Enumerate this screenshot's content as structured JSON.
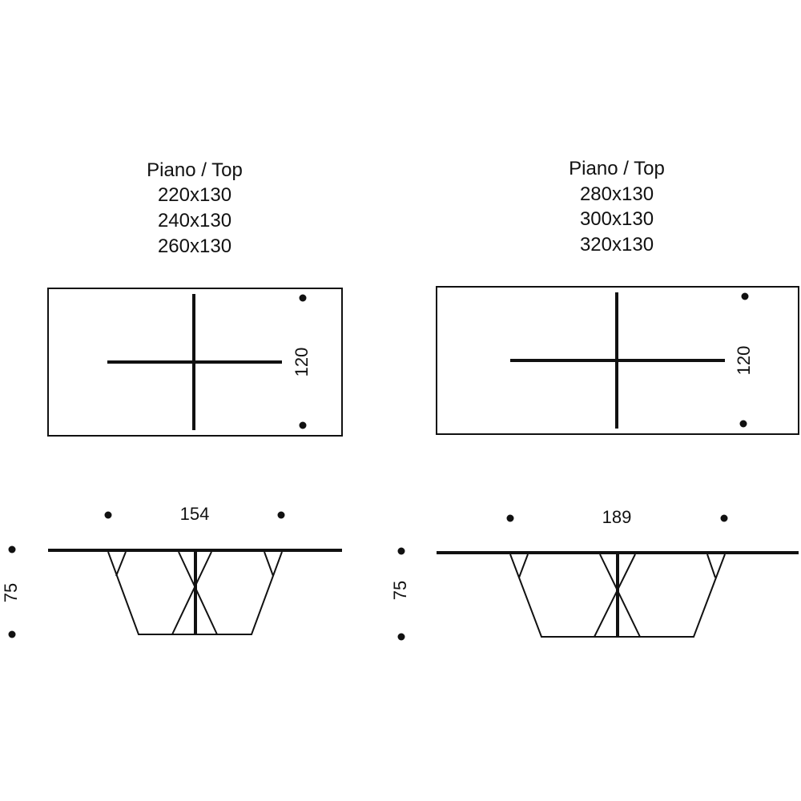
{
  "drawings": [
    {
      "title": "Piano / Top",
      "sizes": [
        "220x130",
        "240x130",
        "260x130"
      ],
      "depth_label": "120",
      "leg_span_label": "154",
      "height_label": "75"
    },
    {
      "title": "Piano / Top",
      "sizes": [
        "280x130",
        "300x130",
        "320x130"
      ],
      "depth_label": "120",
      "leg_span_label": "189",
      "height_label": "75"
    }
  ],
  "colors": {
    "line": "#111111",
    "background": "#ffffff"
  }
}
